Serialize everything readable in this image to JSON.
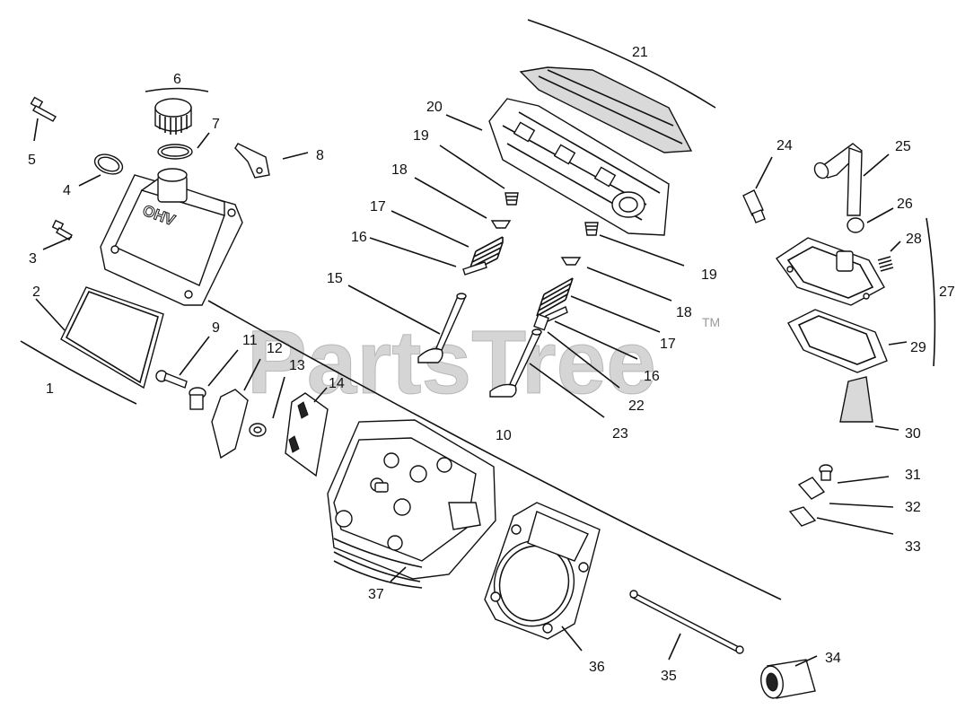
{
  "watermark": {
    "text": "PartsTree",
    "mark": "TM"
  },
  "engraving": "OHV",
  "callouts": [
    "1",
    "2",
    "3",
    "4",
    "5",
    "6",
    "7",
    "8",
    "9",
    "10",
    "11",
    "12",
    "13",
    "14",
    "15",
    "16",
    "17",
    "18",
    "19",
    "20",
    "21",
    "22",
    "23",
    "24",
    "25",
    "26",
    "27",
    "28",
    "29",
    "30",
    "31",
    "32",
    "33",
    "34",
    "35",
    "36",
    "37"
  ],
  "callouts_repeat": {
    "16": "16",
    "17": "17",
    "18": "18",
    "19": "19"
  }
}
